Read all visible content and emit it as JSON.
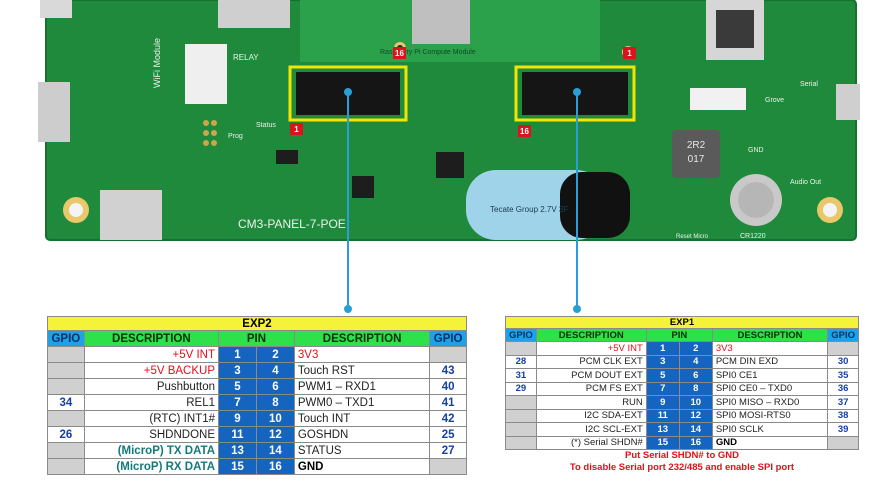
{
  "board": {
    "model_text": "CM3-PANEL-7-POE",
    "wifi_text": "WiFi Module",
    "relay_text": "RELAY",
    "prog_text": "Prog",
    "status_text": "Status",
    "serial_text": "Serial",
    "grove_text": "Grove",
    "gnd_text": "GND",
    "audio_text": "Audio Out",
    "reset_text": "Reset Micro",
    "battery_text": "CR1220",
    "inductor_text": "2R2\n017",
    "cap_text": "Tecate Group 2.7V 3F",
    "cm_text": "Raspberry Pi Compute Module",
    "marker_16": "16",
    "marker_1": "1",
    "pcb_color": "#1f8a3c",
    "highlight_color": "#f2e600",
    "callout_color": "#2a9fd6"
  },
  "exp2": {
    "title": "EXP2",
    "h_gpio_l": "GPIO",
    "h_desc_l": "DESCRIPTION",
    "h_pin": "PIN",
    "h_desc_r": "DESCRIPTION",
    "h_gpio_r": "GPIO",
    "rows": [
      {
        "gl": "",
        "dl": "+5V INT",
        "pa": "1",
        "pb": "2",
        "dr": "3V3",
        "gr": ""
      },
      {
        "gl": "",
        "dl": "+5V BACKUP",
        "pa": "3",
        "pb": "4",
        "dr": "Touch RST",
        "gr": "43"
      },
      {
        "gl": "",
        "dl": "Pushbutton",
        "pa": "5",
        "pb": "6",
        "dr": "PWM1 – RXD1",
        "gr": "40"
      },
      {
        "gl": "34",
        "dl": "REL1",
        "pa": "7",
        "pb": "8",
        "dr": "PWM0 – TXD1",
        "gr": "41"
      },
      {
        "gl": "",
        "dl": "(RTC) INT1#",
        "pa": "9",
        "pb": "10",
        "dr": "Touch INT",
        "gr": "42"
      },
      {
        "gl": "26",
        "dl": "SHDNDONE",
        "pa": "11",
        "pb": "12",
        "dr": "GOSHDN",
        "gr": "25"
      },
      {
        "gl": "",
        "dl": "(MicroP) TX DATA",
        "pa": "13",
        "pb": "14",
        "dr": "STATUS",
        "gr": "27"
      },
      {
        "gl": "",
        "dl": "(MicroP) RX DATA",
        "pa": "15",
        "pb": "16",
        "dr": "GND",
        "gr": ""
      }
    ]
  },
  "exp1": {
    "title": "EXP1",
    "h_gpio_l": "GPIO",
    "h_desc_l": "DESCRIPTION",
    "h_pin": "PIN",
    "h_desc_r": "DESCRIPTION",
    "h_gpio_r": "GPIO",
    "rows": [
      {
        "gl": "",
        "dl": "+5V INT",
        "pa": "1",
        "pb": "2",
        "dr": "3V3",
        "gr": ""
      },
      {
        "gl": "28",
        "dl": "PCM CLK EXT",
        "pa": "3",
        "pb": "4",
        "dr": "PCM DIN EXD",
        "gr": "30"
      },
      {
        "gl": "31",
        "dl": "PCM DOUT EXT",
        "pa": "5",
        "pb": "6",
        "dr": "SPI0 CE1",
        "gr": "35"
      },
      {
        "gl": "29",
        "dl": "PCM FS EXT",
        "pa": "7",
        "pb": "8",
        "dr": "SPI0 CE0 – TXD0",
        "gr": "36"
      },
      {
        "gl": "",
        "dl": "RUN",
        "pa": "9",
        "pb": "10",
        "dr": "SPI0 MISO – RXD0",
        "gr": "37"
      },
      {
        "gl": "",
        "dl": "I2C SDA-EXT",
        "pa": "11",
        "pb": "12",
        "dr": "SPI0 MOSI-RTS0",
        "gr": "38"
      },
      {
        "gl": "",
        "dl": "I2C SCL-EXT",
        "pa": "13",
        "pb": "14",
        "dr": "SPI0 SCLK",
        "gr": "39"
      },
      {
        "gl": "",
        "dl": "(*) Serial SHDN#",
        "pa": "15",
        "pb": "16",
        "dr": "GND",
        "gr": ""
      }
    ],
    "note1": "Put Serial SHDN# to GND",
    "note2": "To disable Serial port 232/485 and enable SPI port"
  }
}
